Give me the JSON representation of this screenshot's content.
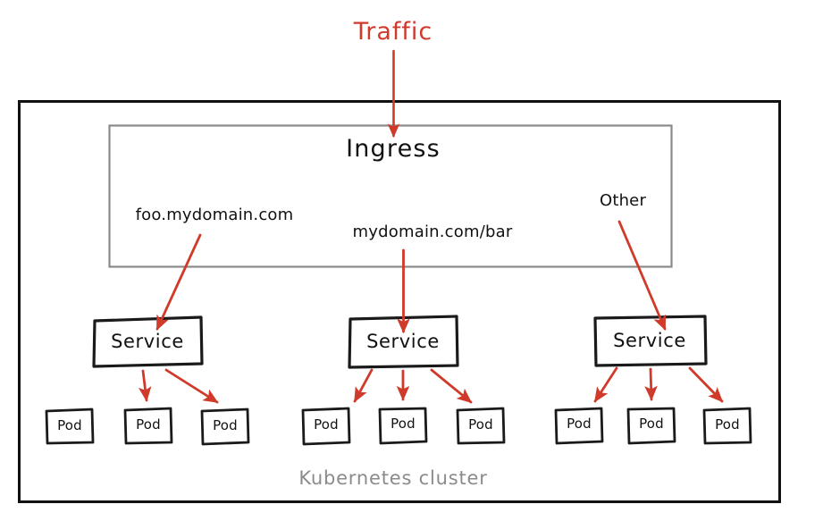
{
  "diagram": {
    "title": "Kubernetes Ingress routing diagram",
    "colors": {
      "arrow_red": "#d03a2a",
      "traffic_text": "#cf3a2b",
      "ink_black": "#1a1a1a",
      "cluster_border": "#111111",
      "ingress_border": "#8a8a8a",
      "cluster_label_gray": "#8b8b8b",
      "background": "#ffffff"
    },
    "traffic": {
      "label": "Traffic"
    },
    "cluster": {
      "label": "Kubernetes cluster"
    },
    "ingress": {
      "label": "Ingress",
      "routes": [
        {
          "label": "foo.mydomain.com"
        },
        {
          "label": "mydomain.com/bar"
        },
        {
          "label": "Other"
        }
      ]
    },
    "services": [
      {
        "label": "Service",
        "route": "foo.mydomain.com",
        "pods": [
          {
            "label": "Pod",
            "has_arrow": false
          },
          {
            "label": "Pod",
            "has_arrow": true
          },
          {
            "label": "Pod",
            "has_arrow": true
          }
        ]
      },
      {
        "label": "Service",
        "route": "mydomain.com/bar",
        "pods": [
          {
            "label": "Pod",
            "has_arrow": true
          },
          {
            "label": "Pod",
            "has_arrow": true
          },
          {
            "label": "Pod",
            "has_arrow": true
          }
        ]
      },
      {
        "label": "Service",
        "route": "Other",
        "pods": [
          {
            "label": "Pod",
            "has_arrow": true
          },
          {
            "label": "Pod",
            "has_arrow": true
          },
          {
            "label": "Pod",
            "has_arrow": true
          }
        ]
      }
    ]
  }
}
